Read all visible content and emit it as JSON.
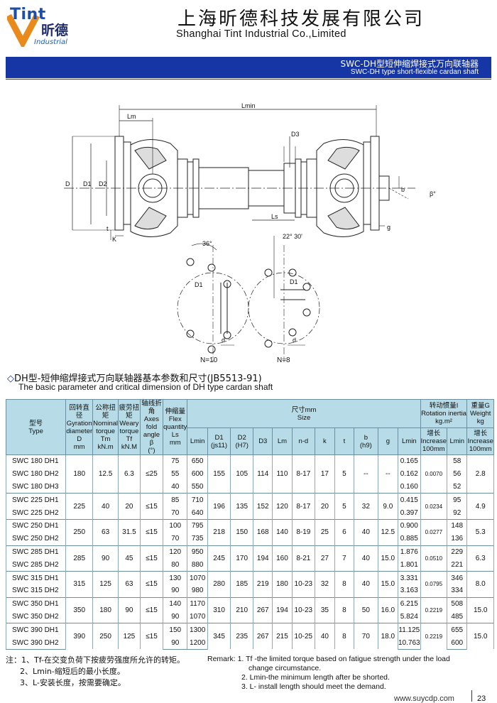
{
  "logo": {
    "word": "Tint",
    "cn": "昕德",
    "sub": "Industrial"
  },
  "company": {
    "cn": "上海昕德科技发展有限公司",
    "en": "Shanghai Tint Industrial Co.,Limited"
  },
  "banner": {
    "cn": "SWC-DH型短伸缩焊接式万向联轴器",
    "en": "SWC-DH type short-flexible cardan shaft"
  },
  "drawing": {
    "labels": {
      "lmin": "Lmin",
      "lm": "Lm",
      "d": "D",
      "d1": "D1",
      "d2": "D2",
      "d3": "D3",
      "ls": "Ls",
      "b": "b",
      "beta": "β°",
      "t": "t",
      "k": "K",
      "g": "g",
      "ang36": "36°",
      "ang22": "22° 30'",
      "d1b": "D1",
      "d1c": "D1",
      "dd": "d",
      "dd2": "d",
      "n10": "N=10",
      "n8": "N=8"
    }
  },
  "section": {
    "title_cn": "DH型-短伸缩焊接式万向联轴器基本参数和尺寸(JB5513-91)",
    "title_en": "The basic parameter and critical dimension of DH type cardan shaft"
  },
  "table": {
    "headers": {
      "model_cn": "型号",
      "model_en": "Type",
      "gyr_cn": "回转直径",
      "gyr_en": "Gyration diameter",
      "gyr_sym": "D",
      "gyr_unit": "mm",
      "tor_cn": "公称扭矩",
      "tor_en": "Nominal torque",
      "tor_sym": "Tm",
      "tor_unit": "kN.m",
      "wea_cn": "疲劳扭矩",
      "wea_en": "Weary torque",
      "wea_sym": "Tf",
      "wea_unit": "kN.M",
      "ang_cn": "轴线折角",
      "ang_en": "Axes fold angle",
      "ang_sym": "β",
      "ang_unit": "(°)",
      "flex_cn": "伸缩量",
      "flex_en": "Flex quantity",
      "flex_sym": "Ls",
      "flex_unit": "mm",
      "size_cn": "尺寸mm",
      "size_en": "Size",
      "lmin": "Lmin",
      "d1": "D1",
      "d1_sub": "(js11)",
      "d2": "D2",
      "d2_sub": "(H7)",
      "d3": "D3",
      "lm": "Lm",
      "nd": "n-d",
      "k": "k",
      "t": "t",
      "b": "b",
      "b_sub": "(h9)",
      "g": "g",
      "inertia_cn": "转动惯量I",
      "inertia_en": "Rotation inertia",
      "inertia_unit": "kg.m²",
      "weight_cn": "重量G",
      "weight_en": "Weight",
      "weight_unit": "kg",
      "inc": "增长",
      "inc_en": "Increase",
      "inc_unit": "100mm"
    },
    "groups": [
      {
        "rows": [
          {
            "model": "SWC 180  DH1",
            "ls": "75",
            "lmin": "650",
            "ilmin": "0.165",
            "wlmin": "58"
          },
          {
            "model": "SWC 180  DH2",
            "ls": "55",
            "lmin": "600",
            "ilmin": "0.162",
            "wlmin": "56"
          },
          {
            "model": "SWC 180  DH3",
            "ls": "40",
            "lmin": "550",
            "ilmin": "0.160",
            "wlmin": "52"
          }
        ],
        "d": "180",
        "tm": "12.5",
        "tf": "6.3",
        "beta": "≤25",
        "D1": "155",
        "D2": "105",
        "D3": "114",
        "Lm": "110",
        "nd": "8-17",
        "k": "17",
        "t": "5",
        "b": "--",
        "g": "--",
        "iinc": "0.0070",
        "winc": "2.8"
      },
      {
        "rows": [
          {
            "model": "SWC 225  DH1",
            "ls": "85",
            "lmin": "710",
            "ilmin": "0.415",
            "wlmin": "95"
          },
          {
            "model": "SWC 225  DH2",
            "ls": "70",
            "lmin": "640",
            "ilmin": "0.397",
            "wlmin": "92"
          }
        ],
        "d": "225",
        "tm": "40",
        "tf": "20",
        "beta": "≤15",
        "D1": "196",
        "D2": "135",
        "D3": "152",
        "Lm": "120",
        "nd": "8-17",
        "k": "20",
        "t": "5",
        "b": "32",
        "g": "9.0",
        "iinc": "0.0234",
        "winc": "4.9"
      },
      {
        "rows": [
          {
            "model": "SWC 250  DH1",
            "ls": "100",
            "lmin": "795",
            "ilmin": "0.900",
            "wlmin": "148"
          },
          {
            "model": "SWC 250  DH2",
            "ls": "70",
            "lmin": "735",
            "ilmin": "0.885",
            "wlmin": "136"
          }
        ],
        "d": "250",
        "tm": "63",
        "tf": "31.5",
        "beta": "≤15",
        "D1": "218",
        "D2": "150",
        "D3": "168",
        "Lm": "140",
        "nd": "8-19",
        "k": "25",
        "t": "6",
        "b": "40",
        "g": "12.5",
        "iinc": "0.0277",
        "winc": "5.3"
      },
      {
        "rows": [
          {
            "model": "SWC 285  DH1",
            "ls": "120",
            "lmin": "950",
            "ilmin": "1.876",
            "wlmin": "229"
          },
          {
            "model": "SWC 285  DH2",
            "ls": "80",
            "lmin": "880",
            "ilmin": "1.801",
            "wlmin": "221"
          }
        ],
        "d": "285",
        "tm": "90",
        "tf": "45",
        "beta": "≤15",
        "D1": "245",
        "D2": "170",
        "D3": "194",
        "Lm": "160",
        "nd": "8-21",
        "k": "27",
        "t": "7",
        "b": "40",
        "g": "15.0",
        "iinc": "0.0510",
        "winc": "6.3"
      },
      {
        "rows": [
          {
            "model": "SWC 315  DH1",
            "ls": "130",
            "lmin": "1070",
            "ilmin": "3.331",
            "wlmin": "346"
          },
          {
            "model": "SWC 315  DH2",
            "ls": "90",
            "lmin": "980",
            "ilmin": "3.163",
            "wlmin": "334"
          }
        ],
        "d": "315",
        "tm": "125",
        "tf": "63",
        "beta": "≤15",
        "D1": "280",
        "D2": "185",
        "D3": "219",
        "Lm": "180",
        "nd": "10-23",
        "k": "32",
        "t": "8",
        "b": "40",
        "g": "15.0",
        "iinc": "0.0795",
        "winc": "8.0"
      },
      {
        "rows": [
          {
            "model": "SWC 350  DH1",
            "ls": "140",
            "lmin": "1170",
            "ilmin": "6.215",
            "wlmin": "508"
          },
          {
            "model": "SWC 350  DH2",
            "ls": "90",
            "lmin": "1070",
            "ilmin": "5.824",
            "wlmin": "485"
          }
        ],
        "d": "350",
        "tm": "180",
        "tf": "90",
        "beta": "≤15",
        "D1": "310",
        "D2": "210",
        "D3": "267",
        "Lm": "194",
        "nd": "10-23",
        "k": "35",
        "t": "8",
        "b": "50",
        "g": "16.0",
        "iinc": "0.2219",
        "winc": "15.0"
      },
      {
        "rows": [
          {
            "model": "SWC 390  DH1",
            "ls": "150",
            "lmin": "1300",
            "ilmin": "11.125",
            "wlmin": "655"
          },
          {
            "model": "SWC 390  DH2",
            "ls": "90",
            "lmin": "1200",
            "ilmin": "10.763",
            "wlmin": "600"
          }
        ],
        "d": "390",
        "tm": "250",
        "tf": "125",
        "beta": "≤15",
        "D1": "345",
        "D2": "235",
        "D3": "267",
        "Lm": "215",
        "nd": "10-25",
        "k": "40",
        "t": "8",
        "b": "70",
        "g": "18.0",
        "iinc": "0.2219",
        "winc": "15.0"
      }
    ]
  },
  "notes": {
    "cn_head": "注：",
    "cn": [
      "1、Tf-在交变负荷下按疲劳强度所允许的转矩。",
      "2、Lmin-缩短后的最小长度。",
      "3、L-安装长度，按需要确定。"
    ],
    "en_head": "Remark: 1. Tf -the limited torque based on fatigue strength under the load",
    "en_cont": "change circumstance.",
    "en": [
      "2. Lmin-the minimum length after be shorted.",
      "3. L- install length should meet the demand."
    ]
  },
  "footer": {
    "web": "www.suycdp.com",
    "page": "23"
  }
}
